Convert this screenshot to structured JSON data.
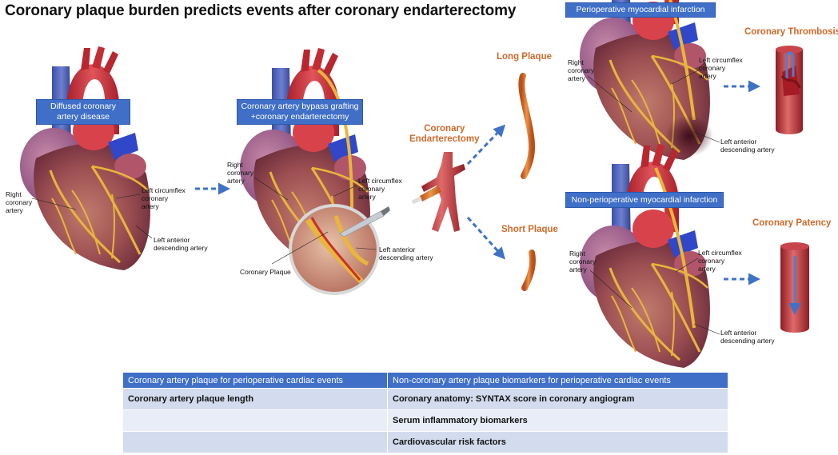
{
  "title": "Coronary plaque burden predicts events after coronary endarterectomy",
  "panels": {
    "diffused": {
      "box": "Diffused coronary artery disease",
      "right_coronary": "Right\ncoronary\nartery",
      "left_circumflex": "Left circumflex\ncoronary\nartery",
      "lad": "Left anterior\ndescending artery"
    },
    "cabg": {
      "box": "Coronary artery bypass grafting +coronary endarterectomy",
      "right_coronary": "Right\ncoronary\nartery",
      "left_circumflex": "Left circumflex\ncoronary\nartery",
      "lad": "Left anterior\ndescending artery",
      "plaque": "Coronary Plaque"
    },
    "endarterectomy": {
      "label": "Coronary\nEndarterectomy",
      "long": "Long Plaque",
      "short": "Short Plaque"
    },
    "perioperative": {
      "box": "Perioperative myocardial infarction",
      "right_coronary": "Right\ncoronary\nartery",
      "left_circumflex": "Left circumflex\ncoronary\nartery",
      "lad": "Left anterior\ndescending artery",
      "outcome": "Coronary Thrombosis"
    },
    "non_perioperative": {
      "box": "Non-perioperative myocardial infarction",
      "right_coronary": "Right\ncoronary\nartery",
      "left_circumflex": "Left circumflex\ncoronary\nartery",
      "lad": "Left anterior\ndescending artery",
      "outcome": "Coronary Patency"
    }
  },
  "table": {
    "headers": [
      "Coronary artery plaque for perioperative cardiac events",
      "Non-coronary artery plaque biomarkers for perioperative cardiac events"
    ],
    "rows": [
      [
        "Coronary artery plaque length",
        "Coronary anatomy: SYNTAX score in coronary angiogram"
      ],
      [
        "",
        "Serum inflammatory biomarkers"
      ],
      [
        "",
        "Cardiovascular risk factors"
      ]
    ]
  },
  "colors": {
    "box_blue": "#3f6fc7",
    "arrow_blue": "#3f72c6",
    "orange_text": "#d06a2b",
    "table_header": "#3f6fc7",
    "table_row_dark": "#d3dcee",
    "table_row_light": "#e9edf7"
  }
}
